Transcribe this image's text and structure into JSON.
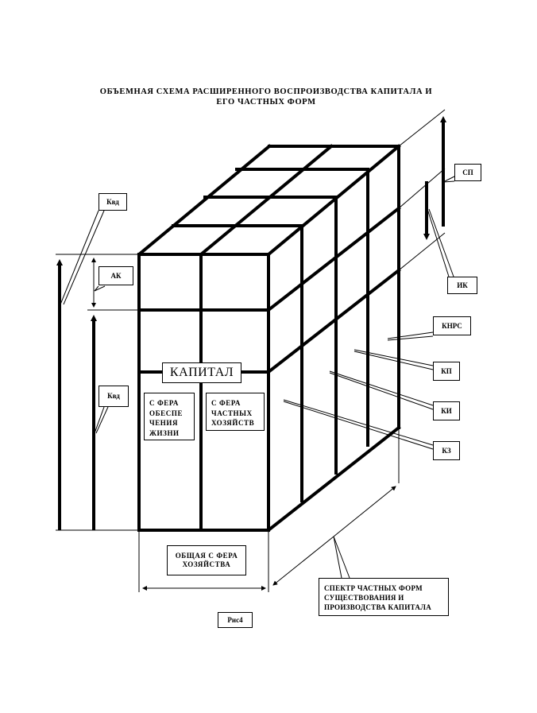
{
  "title": {
    "line1": "ОБЪЕМНАЯ СХЕМА РАСШИРЕННОГО ВОСПРОИЗВОДСТВА КАПИТАЛА И",
    "line2": "ЕГО ЧАСТНЫХ ФОРМ"
  },
  "center_label": "КАПИТАЛ",
  "spheres": {
    "life": [
      "С ФЕРА",
      "ОБЕСПЕ",
      "ЧЕНИЯ",
      "ЖИЗНИ"
    ],
    "private": [
      "С ФЕРА",
      "ЧАСТНЫХ",
      "ХОЗЯЙСТВ"
    ]
  },
  "callouts": {
    "kvd_top": "Квд",
    "ak": "АК",
    "kvd_mid": "Квд",
    "sp": "СП",
    "ik": "ИК",
    "knrs": "КНРС",
    "kp": "КП",
    "ki": "КИ",
    "kz": "КЗ"
  },
  "bottom": {
    "general_sphere": [
      "ОБЩАЯ С ФЕРА",
      "ХОЗЯЙСТВА"
    ],
    "spectrum": [
      "СПЕКТР ЧАСТНЫХ ФОРМ",
      "СУЩЕСТВОВАНИЯ И",
      "ПРОИЗВОДСТВА КАПИТАЛА"
    ],
    "figure_label": "Рис4"
  }
}
